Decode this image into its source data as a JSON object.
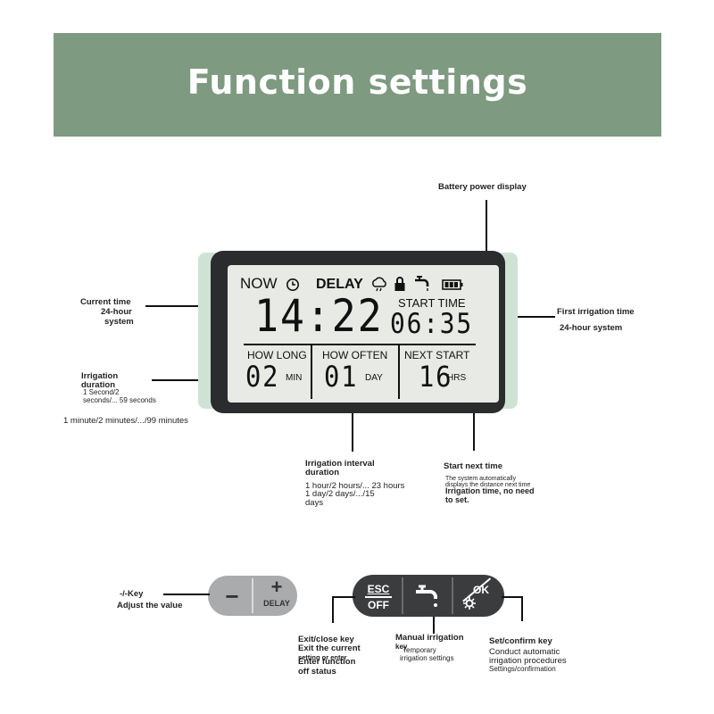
{
  "header": {
    "title": "Function settings"
  },
  "callouts": {
    "battery": "Battery power display",
    "current_time_1": "Current time",
    "current_time_2": "24-hour",
    "current_time_3": "system",
    "first_irrigation_1": "First irrigation time",
    "first_irrigation_2": "24-hour system",
    "duration_1": "Irrigation",
    "duration_2": "duration",
    "duration_3": "1 Second/2",
    "duration_4": "seconds/... 59 seconds",
    "duration_5": "1 minute/2 minutes/.../99 minutes",
    "interval_1": "Irrigation interval",
    "interval_2": "duration",
    "interval_3": "1 hour/2 hours/... 23 hours",
    "interval_4": "1 day/2 days/.../15",
    "interval_5": "days",
    "next_1": "Start next time",
    "next_2": "The system automatically",
    "next_3": "displays the distance next time",
    "next_4": "Irrigation time, no need",
    "next_5": "to set.",
    "minus_1": "-/-Key",
    "minus_2": "Adjust the value",
    "exit_1": "Exit/close key",
    "exit_2": "Exit the current",
    "exit_3": "setting or enter",
    "exit_4": "Enter function",
    "exit_5": "off status",
    "manual_1": "Manual irrigation",
    "manual_2": "key",
    "manual_3": "Temporary",
    "manual_4": "irrigation settings",
    "set_1": "Set/confirm key",
    "set_2": "Conduct automatic",
    "set_3": "irrigation procedures",
    "set_4": "Settings/confirmation"
  },
  "lcd": {
    "now": "NOW",
    "delay": "DELAY",
    "clock_time": "14:22",
    "start_time_label": "START TIME",
    "start_time_value": "06:35",
    "how_long_label": "HOW LONG",
    "how_long_value": "02",
    "how_long_unit": "MIN",
    "how_often_label": "HOW OFTEN",
    "how_often_value": "01",
    "how_often_unit": "DAY",
    "next_start_label": "NEXT START",
    "next_start_value": "16",
    "next_start_unit": "HRS"
  },
  "buttons": {
    "minus": "−",
    "plus": "+",
    "delay": "DELAY",
    "esc": "ESC",
    "off": "OFF",
    "ok": "OK"
  },
  "icons": [
    "clock-icon",
    "cloud-icon",
    "lock-icon",
    "faucet-icon",
    "battery-icon",
    "gear-icon",
    "wrench-icon"
  ]
}
